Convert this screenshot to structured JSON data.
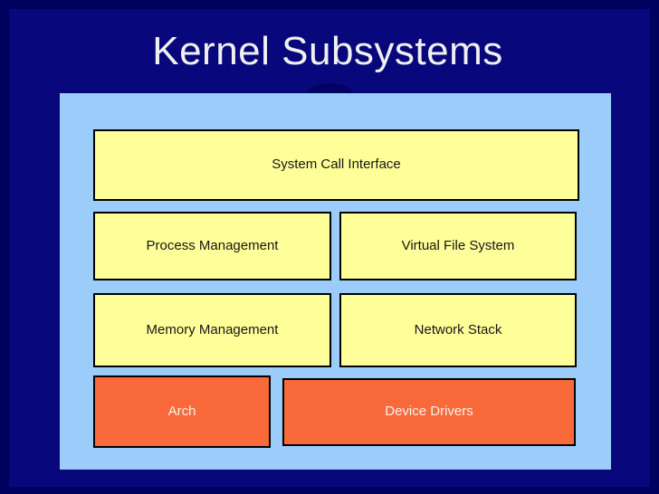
{
  "title": "Kernel Subsystems",
  "diagram": {
    "panel": "kernel-subsystems-panel",
    "boxes": {
      "system_call_interface": {
        "label": "System Call Interface",
        "type": "subsystem"
      },
      "process_management": {
        "label": "Process Management",
        "type": "subsystem"
      },
      "virtual_file_system": {
        "label": "Virtual File System",
        "type": "subsystem"
      },
      "memory_management": {
        "label": "Memory Management",
        "type": "subsystem"
      },
      "network_stack": {
        "label": "Network Stack",
        "type": "subsystem"
      },
      "arch": {
        "label": "Arch",
        "type": "hardware-layer"
      },
      "device_drivers": {
        "label": "Device Drivers",
        "type": "hardware-layer"
      }
    }
  },
  "colors": {
    "background_frame": "#00005f",
    "background": "#08087c",
    "panel": "#9bccfa",
    "subsystem_box": "#ffff99",
    "hardware_box": "#f9693a",
    "box_border": "#000000",
    "title_text": "#f0f0f0",
    "subsystem_text": "#151515",
    "hardware_text": "#f7f3ec",
    "decor_ellipse": "#020264"
  }
}
